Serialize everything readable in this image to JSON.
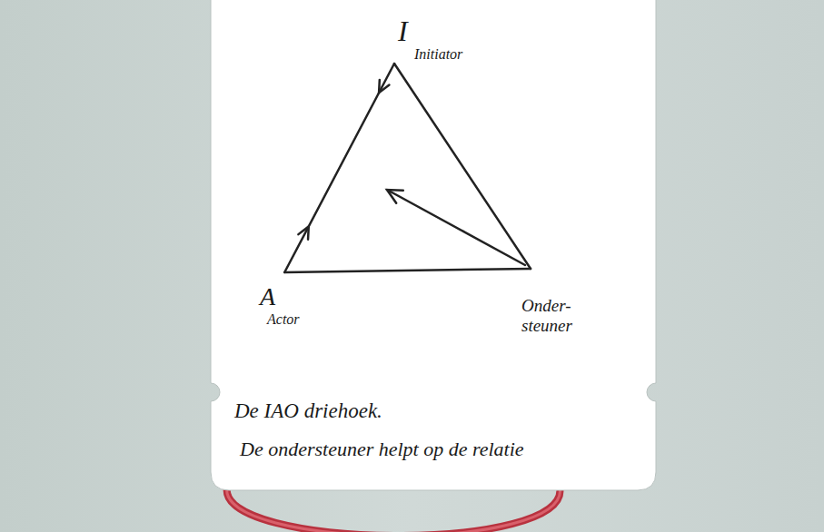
{
  "diagram": {
    "caption": "De IAO driehoek.",
    "nodes": [
      {
        "text": [
          "I",
          "Initiator"
        ]
      },
      {
        "text": [
          "A",
          "Actor"
        ]
      },
      {
        "text": [
          "Onder- steuner"
        ]
      }
    ],
    "edges": [
      {
        "from": 1,
        "to": 0,
        "arrow": "both"
      },
      {
        "from": 0,
        "to": 2,
        "arrow": "none"
      },
      {
        "from": 1,
        "to": 2,
        "arrow": "none"
      }
    ],
    "labels": [
      "De ondersteuner helpt op de relatie"
    ]
  }
}
